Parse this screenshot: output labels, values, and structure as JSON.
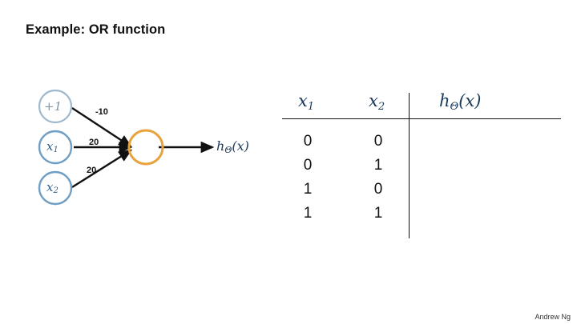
{
  "slide": {
    "title": "Example: OR function",
    "footer": "Andrew Ng"
  },
  "network": {
    "nodes": [
      {
        "name": "bias-node",
        "label": "+1",
        "sub": ""
      },
      {
        "name": "input-node-x1",
        "label": "x",
        "sub": "1"
      },
      {
        "name": "input-node-x2",
        "label": "x",
        "sub": "2"
      },
      {
        "name": "output-node",
        "label": "",
        "sub": ""
      }
    ],
    "weights": [
      "-10",
      "20",
      "20"
    ],
    "output_label": "h",
    "output_label_sub": "Θ",
    "output_label_arg": "(x)"
  },
  "table": {
    "headers": [
      {
        "base": "x",
        "sub": "1"
      },
      {
        "base": "x",
        "sub": "2"
      },
      {
        "base": "h",
        "sub": "Θ",
        "arg": "(x)"
      }
    ],
    "rows": [
      [
        "0",
        "0",
        ""
      ],
      [
        "0",
        "1",
        ""
      ],
      [
        "1",
        "0",
        ""
      ],
      [
        "1",
        "1",
        ""
      ]
    ]
  }
}
